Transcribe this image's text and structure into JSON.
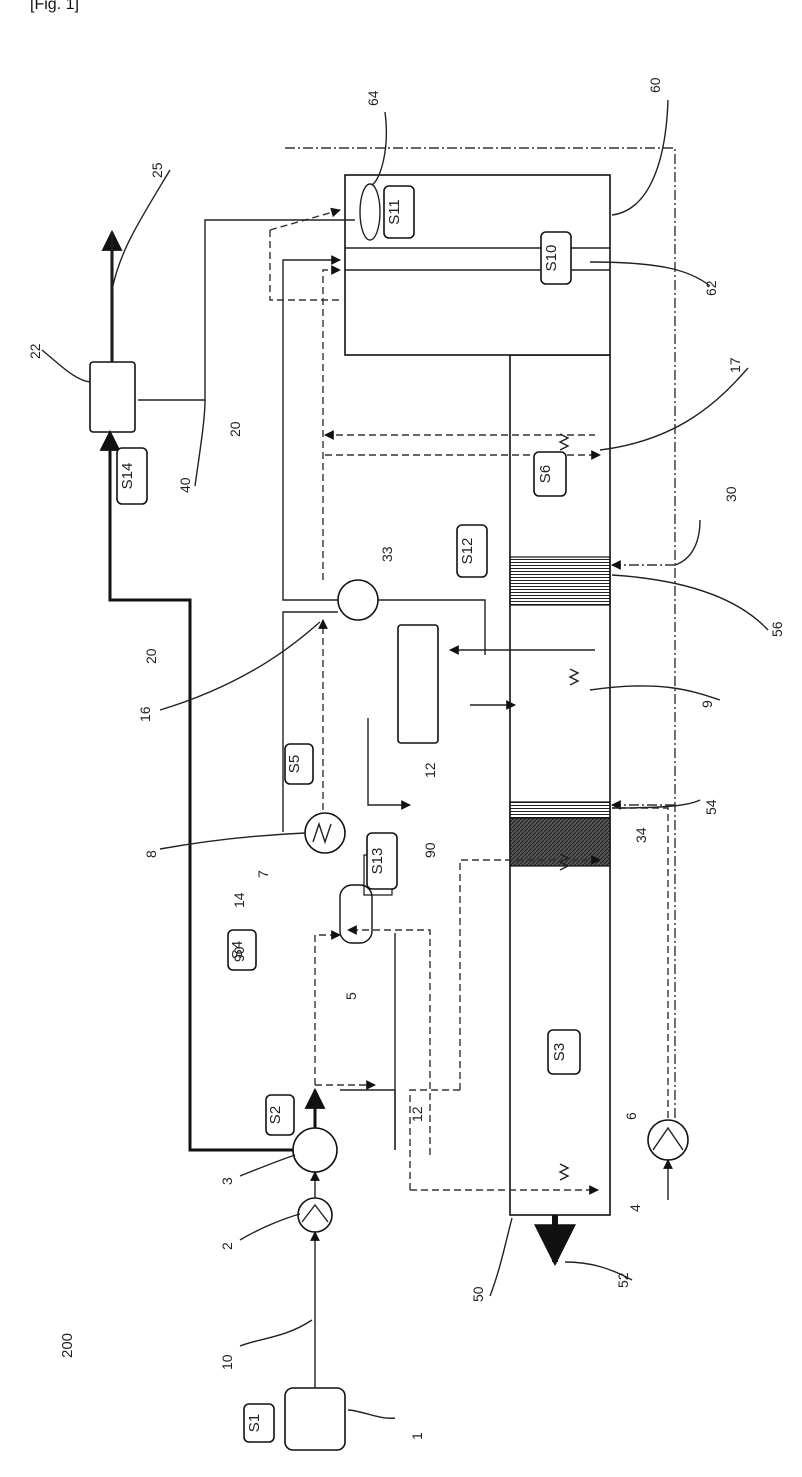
{
  "figure": {
    "caption": "[Fig. 1]",
    "system_ref": "200"
  },
  "stage_labels": [
    "S1",
    "S2",
    "S3",
    "S4",
    "S5",
    "S6",
    "S10",
    "S11",
    "S12",
    "S13",
    "S14"
  ],
  "ref_numerals": [
    "1",
    "2",
    "3",
    "4",
    "5",
    "6",
    "7",
    "8",
    "9",
    "10",
    "12",
    "12",
    "14",
    "16",
    "17",
    "20",
    "20",
    "22",
    "25",
    "30",
    "33",
    "34",
    "40",
    "50",
    "52",
    "54",
    "56",
    "60",
    "62",
    "64",
    "90",
    "90"
  ]
}
